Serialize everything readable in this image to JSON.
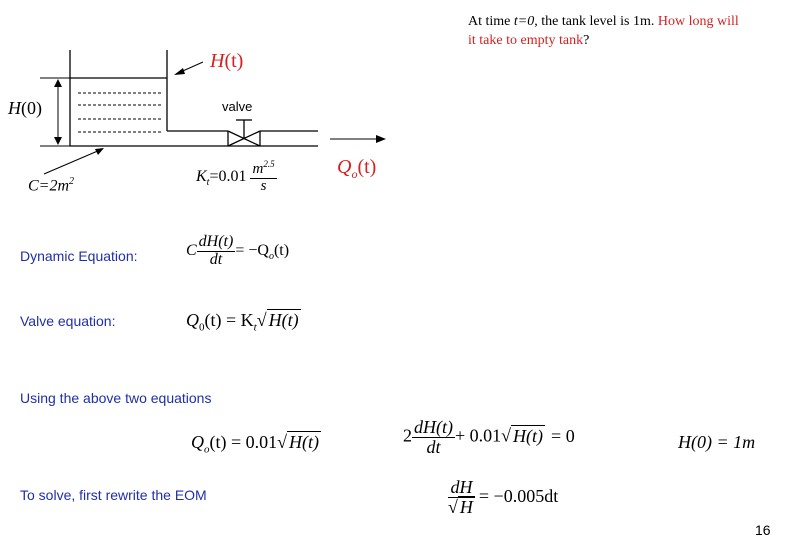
{
  "slide": {
    "page_number": "16"
  },
  "question": {
    "line1_prefix": "At time ",
    "line1_var": "t=0",
    "line1_mid": ", the tank level is 1m. ",
    "line1_red": "How long will",
    "line2_red": "it take to empty tank",
    "line2_end": "?"
  },
  "diagram": {
    "h_t_label": "H",
    "h_t_arg": "(t)",
    "h0_label": "H",
    "h0_arg": "(0)",
    "valve_label": "valve",
    "c_label": "C=2m",
    "c_exp": "2",
    "kt_label": "K",
    "kt_sub": "t",
    "kt_value": "=0.01",
    "kt_num": "m",
    "kt_num_exp": "2.5",
    "kt_den": "s",
    "qo_label": "Q",
    "qo_sub": "o",
    "qo_arg": "(t)",
    "colors": {
      "line": "#000000",
      "label_red": "#d62020"
    }
  },
  "equations": {
    "dynamic_label": "Dynamic Equation:",
    "dynamic_c": "C",
    "dynamic_num": "dH(t)",
    "dynamic_den": "dt",
    "dynamic_rhs": "= −Q",
    "dynamic_rhs_sub": "o",
    "dynamic_rhs_arg": "(t)",
    "valve_label": "Valve equation:",
    "valve_lhs": "Q",
    "valve_lhs_sub": "0",
    "valve_mid": "(t) = K",
    "valve_mid_sub": "t",
    "valve_sqrt": "H(t)",
    "using_label": "Using the above two equations",
    "eq1_lhs": "Q",
    "eq1_sub": "o",
    "eq1_mid": "(t) = 0.01",
    "eq1_sqrt": "H(t)",
    "eq2_coef": "2",
    "eq2_num": "dH(t)",
    "eq2_den": "dt",
    "eq2_mid": "+ 0.01",
    "eq2_sqrt": "H(t)",
    "eq2_end": "= 0",
    "eq3": "H(0) = 1m",
    "solve_label": "To solve, first rewrite the EOM",
    "eom_num": "dH",
    "eom_den_sqrt": "H",
    "eom_rhs": "= −0.005dt",
    "colors": {
      "label_blue": "#1f2fa8"
    }
  }
}
